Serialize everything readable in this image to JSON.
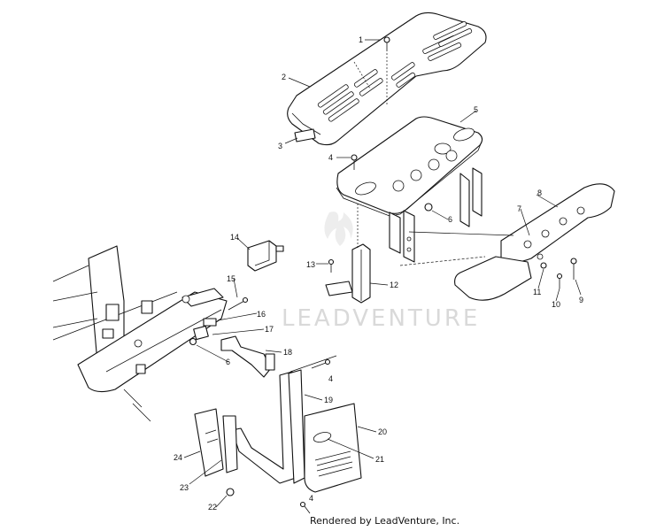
{
  "diagram": {
    "callouts": [
      "1",
      "2",
      "3",
      "4",
      "5",
      "6",
      "7",
      "8",
      "9",
      "10",
      "11",
      "12",
      "13",
      "14",
      "15",
      "16",
      "17",
      "6",
      "18",
      "4",
      "19",
      "20",
      "21",
      "24",
      "23",
      "22",
      "4"
    ],
    "watermark": "LEADVENTURE",
    "credit": "Rendered by LeadVenture, Inc."
  }
}
